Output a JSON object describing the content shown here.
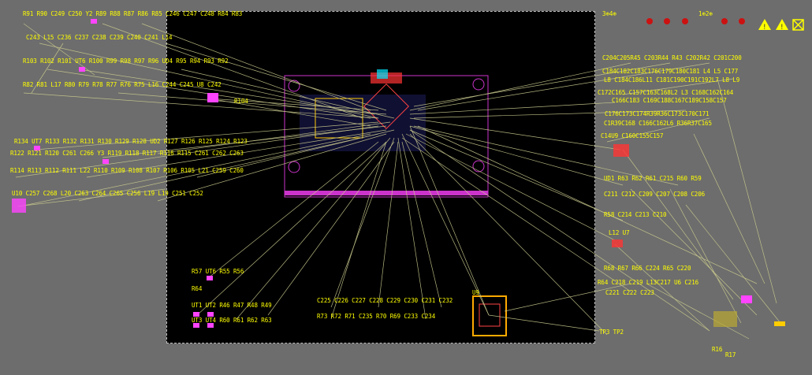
{
  "colors": {
    "background": "#6d6d6d",
    "board": "#000000",
    "silkscreen": "#ffff00",
    "ratsnest": "#c9c98e",
    "outline": "#cc33cc",
    "copper_top": "#ff2a2a",
    "copper_bottom": "#3b3bff",
    "accent_cyan": "#00e5ff"
  },
  "toolbar_icons": [
    {
      "name": "drc-warning-icon",
      "glyph": "!"
    },
    {
      "name": "drc-warning-icon-2",
      "glyph": "!"
    },
    {
      "name": "drc-error-icon",
      "glyph": "✕"
    }
  ],
  "top_right_labels": {
    "left": "3⊕4⊕",
    "right": "1⊕2⊕"
  },
  "rows": [
    {
      "id": "r1",
      "text": "R91 R90 C249 C250 Y2  R89 R88 R87 R86 R85 C246 C247 C248 R84 R83"
    },
    {
      "id": "r2",
      "text": "C243 L15 C236 C237 C238 C239 C240 C241 L14"
    },
    {
      "id": "r3",
      "text": "R103 R102 R101 UT6 R100 R99 R98 R97 R96 UD4 R95 R94 R93 R92"
    },
    {
      "id": "r4",
      "text": "R82 R81 L17 R80 R79 R78 R77 R76 R75 L16 C244 C245 U8        C242"
    },
    {
      "id": "r5",
      "text": "R104"
    },
    {
      "id": "r6",
      "text": "R134 UT7 R133 R132 R131 R130 R129 R128 UD2 R127 R126 R125 R124 R123"
    },
    {
      "id": "r7",
      "text": "R122 R121 R120 C261 C266 Y3  R119 R118 R117 R116 R115 C261 C262 C263"
    },
    {
      "id": "r8",
      "text": "R114 R113 R112 R111 L22 R110 R109 R108 R107 R106 R105 L21 C259 C260"
    },
    {
      "id": "r9",
      "text": "U10    C257 C268 L20 C263 C264 C265 C256 L19 L19 C251 C252"
    },
    {
      "id": "r10",
      "text": "R57 UT6 R55 R56"
    },
    {
      "id": "r11",
      "text": "R64"
    },
    {
      "id": "r12",
      "text": "UT1 UT2 R46 R47 R48 R49"
    },
    {
      "id": "r13",
      "text": "UT3 UT4 R60 R61 R62 R63"
    },
    {
      "id": "r14",
      "text": "C225 C226 C227 C228 C229 C230 C231 C232"
    },
    {
      "id": "r15",
      "text": "R73 R72 R71 C235 R70 R69 C233 C234"
    },
    {
      "id": "r16",
      "text": "U9"
    },
    {
      "id": "r17",
      "text": "C204C205R45 C203R44 R43 C202R42 C201C200"
    },
    {
      "id": "r18",
      "text": "C184C182C183C176C179C180C181 L4  L5  C177"
    },
    {
      "id": "r19",
      "text": "L8 C184C186L11 C181C190C191C192L7 L8  L9"
    },
    {
      "id": "r20",
      "text": "C172C165 C157C163C168L2  L3  C168C162C164"
    },
    {
      "id": "r21",
      "text": "C166C183 C169C188C167C189C158C157"
    },
    {
      "id": "r22",
      "text": "C176C173C174R39R36C173C170C171"
    },
    {
      "id": "r23",
      "text": "C1R39C168  C166C162L6 R36R37C165"
    },
    {
      "id": "r24",
      "text": "C14U9     C160C155C157"
    },
    {
      "id": "r25",
      "text": "UD1 R63 R62 R61 C215 R60 R59"
    },
    {
      "id": "r26",
      "text": "C211 C212 C209 C207 C208 C206"
    },
    {
      "id": "r27",
      "text": "R58 C214 C213 C210"
    },
    {
      "id": "r28",
      "text": "L12  U7"
    },
    {
      "id": "r29",
      "text": "R68 R67 R66 C224 R65 C220"
    },
    {
      "id": "r30",
      "text": "R64 C218 C219 L13C217 U6 C216"
    },
    {
      "id": "r31",
      "text": "C221 C222 C223"
    },
    {
      "id": "r32",
      "text": "TP3 TP2"
    },
    {
      "id": "r33",
      "text": "R16"
    },
    {
      "id": "r34",
      "text": "R17"
    }
  ]
}
